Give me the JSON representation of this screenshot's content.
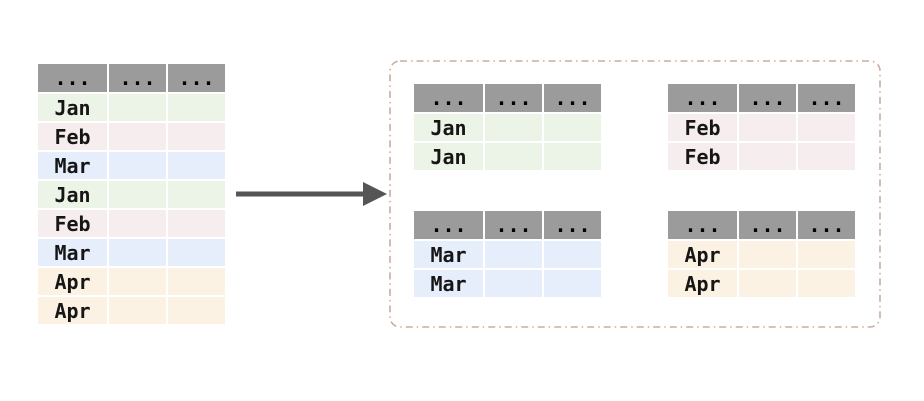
{
  "source_table": {
    "headers": [
      "...",
      "...",
      "..."
    ],
    "rows": [
      "Jan",
      "Feb",
      "Mar",
      "Jan",
      "Feb",
      "Mar",
      "Apr",
      "Apr"
    ]
  },
  "groups": {
    "jan": {
      "headers": [
        "...",
        "...",
        "..."
      ],
      "rows": [
        "Jan",
        "Jan"
      ]
    },
    "feb": {
      "headers": [
        "...",
        "...",
        "..."
      ],
      "rows": [
        "Feb",
        "Feb"
      ]
    },
    "mar": {
      "headers": [
        "...",
        "...",
        "..."
      ],
      "rows": [
        "Mar",
        "Mar"
      ]
    },
    "apr": {
      "headers": [
        "...",
        "...",
        "..."
      ],
      "rows": [
        "Apr",
        "Apr"
      ]
    }
  },
  "colors": {
    "header_gray": "#9b9b9b",
    "jan_green": "#ecf4e7",
    "feb_pink": "#f5edee",
    "mar_blue": "#e6eefb",
    "apr_orange": "#fbf2e3",
    "arrow": "#555555",
    "group_box_border": "#c9ad9d",
    "text": "#161616"
  }
}
